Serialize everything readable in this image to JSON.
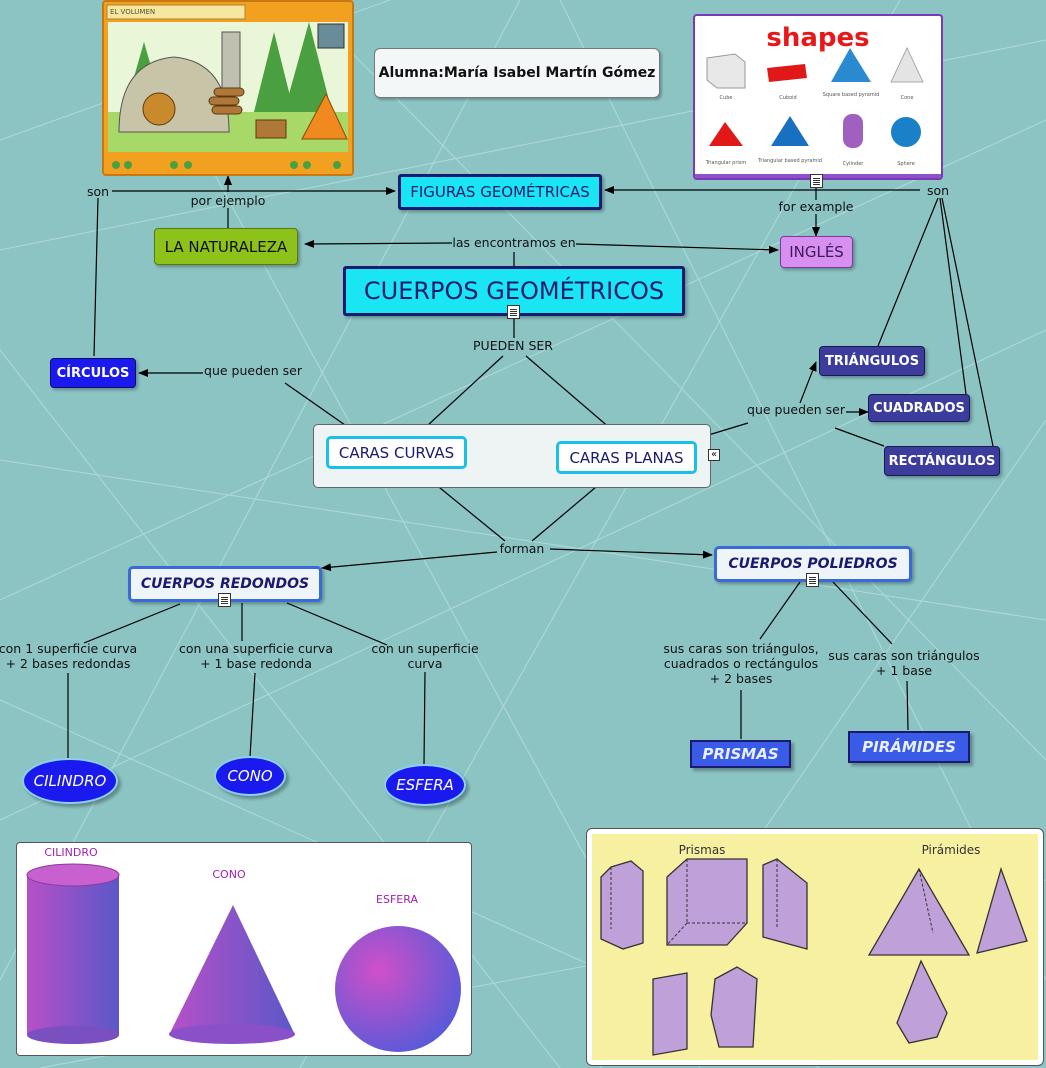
{
  "author": {
    "label": "Alumna:María Isabel Martín Gómez"
  },
  "nodes": {
    "cuerpos_geometricos": "CUERPOS GEOMÉTRICOS",
    "figuras_geometricas": "FIGURAS GEOMÉTRICAS",
    "la_naturaleza": "LA NATURALEZA",
    "ingles": "INGLÉS",
    "circulos": "CÍRCULOS",
    "caras_curvas": "CARAS CURVAS",
    "caras_planas": "CARAS PLANAS",
    "triangulos": "TRIÁNGULOS",
    "cuadrados": "CUADRADOS",
    "rectangulos": "RECTÁNGULOS",
    "cuerpos_redondos": "CUERPOS REDONDOS",
    "cuerpos_poliedros": "CUERPOS POLIEDROS",
    "cilindro": "CILINDRO",
    "cono": "CONO",
    "esfera": "ESFERA",
    "prismas": "PRISMAS",
    "piramides": "PIRÁMIDES"
  },
  "links": {
    "son_left": "son",
    "por_ejemplo": "por ejemplo",
    "las_encontramos_en": "las encontramos en",
    "son_right": "son",
    "for_example": "for example",
    "pueden_ser": "PUEDEN SER",
    "que_pueden_ser_left": "que pueden ser",
    "que_pueden_ser_right": "que pueden ser",
    "forman": "forman",
    "cilindro_link": "con 1 superficie curva\n+ 2 bases redondas",
    "cono_link": "con una superficie curva\n+ 1 base redonda",
    "esfera_link": "con un superficie\ncurva",
    "prismas_link": "sus caras son triángulos,\ncuadrados o rectángulos\n+ 2 bases",
    "piramides_link": "sus caras son triángulos\n+ 1 base"
  },
  "images": {
    "volumen_title": "EL VOLUMEN",
    "shapes_title": "shapes",
    "shapes_captions": [
      "Cube",
      "Cuboid",
      "Square based pyramid",
      "Cone",
      "Triangular prism",
      "Triangular based pyramid",
      "Cylinder",
      "Sphere"
    ],
    "solids_labels": {
      "cilindro": "CILINDRO",
      "cono": "CONO",
      "esfera": "ESFERA"
    },
    "poly_labels": {
      "prismas": "Prismas",
      "piramides": "Pirámides"
    }
  },
  "colors": {
    "background": "#8cc4c4",
    "cyan_node": "#19e6f2",
    "navy_border": "#1a1a6e",
    "green_node": "#8cc21a",
    "purple_node": "#d890f0",
    "blue_node": "#1a1aee",
    "slate_node": "#3c3c9c",
    "poly_panel": "#f7f0a0",
    "solid_purple": "#a050c8"
  }
}
